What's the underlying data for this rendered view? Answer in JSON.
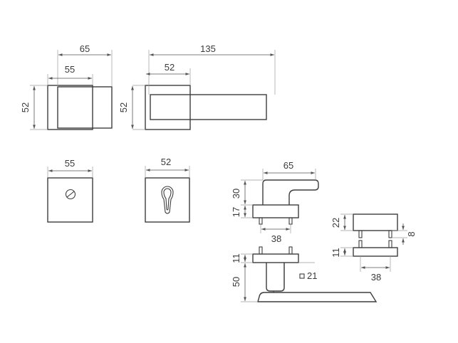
{
  "dimensions": {
    "knob_width": "65",
    "knob_rose_width": "55",
    "knob_height": "52",
    "lever_length": "135",
    "lever_rose_width": "52",
    "lever_height": "52",
    "wc_rose_width": "55",
    "pz_rose_width": "52",
    "side_lever_width": "65",
    "side_lever_height": "30",
    "side_rose_height": "17",
    "side_pin_spacing": "38",
    "section_rose_height": "11",
    "section_neck_height": "50",
    "square_spindle": "21",
    "rose_side_height": "22",
    "rose_side_pin_offset": "8",
    "rose_side_base_height": "11",
    "rose_side_pin_spacing": "38"
  }
}
